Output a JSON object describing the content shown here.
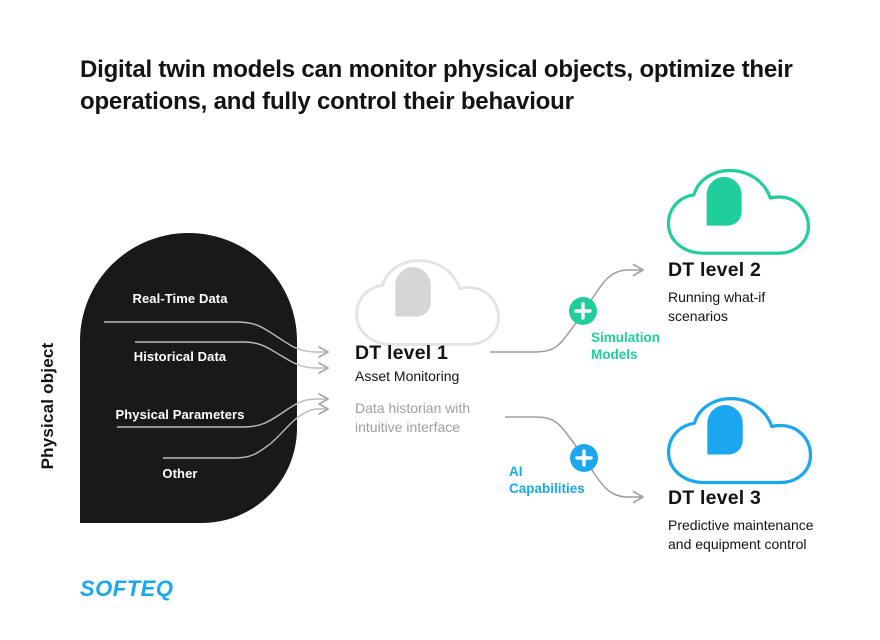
{
  "title": "Digital twin models can monitor physical objects, optimize their operations, and fully control their behaviour",
  "physical_object": {
    "label": "Physical object",
    "inputs": [
      "Real-Time Data",
      "Historical Data",
      "Physical Parameters",
      "Other"
    ]
  },
  "levels": [
    {
      "name": "DT level 1",
      "subtitle": "Asset Monitoring",
      "description": "Data historian with intuitive interface"
    },
    {
      "name": "DT level 2",
      "description": "Running what-if scenarios"
    },
    {
      "name": "DT level 3",
      "description": "Predictive maintenance and equipment control"
    }
  ],
  "connectors": [
    {
      "label": "Simulation Models",
      "icon": "plus-icon"
    },
    {
      "label": "AI Capabilities",
      "icon": "plus-icon"
    }
  ],
  "logo": "SOFTEQ",
  "colors": {
    "green": "#1fce9b",
    "blue": "#1ba7f0",
    "blob_black": "#191919",
    "cloud_gray_outline": "#e3e3e3",
    "blob_gray": "#d6d6d6",
    "line_gray": "#bcbcbc",
    "connector_gray": "#9d9d9d",
    "text_dark": "#131313",
    "text_muted": "#9e9e9e"
  }
}
